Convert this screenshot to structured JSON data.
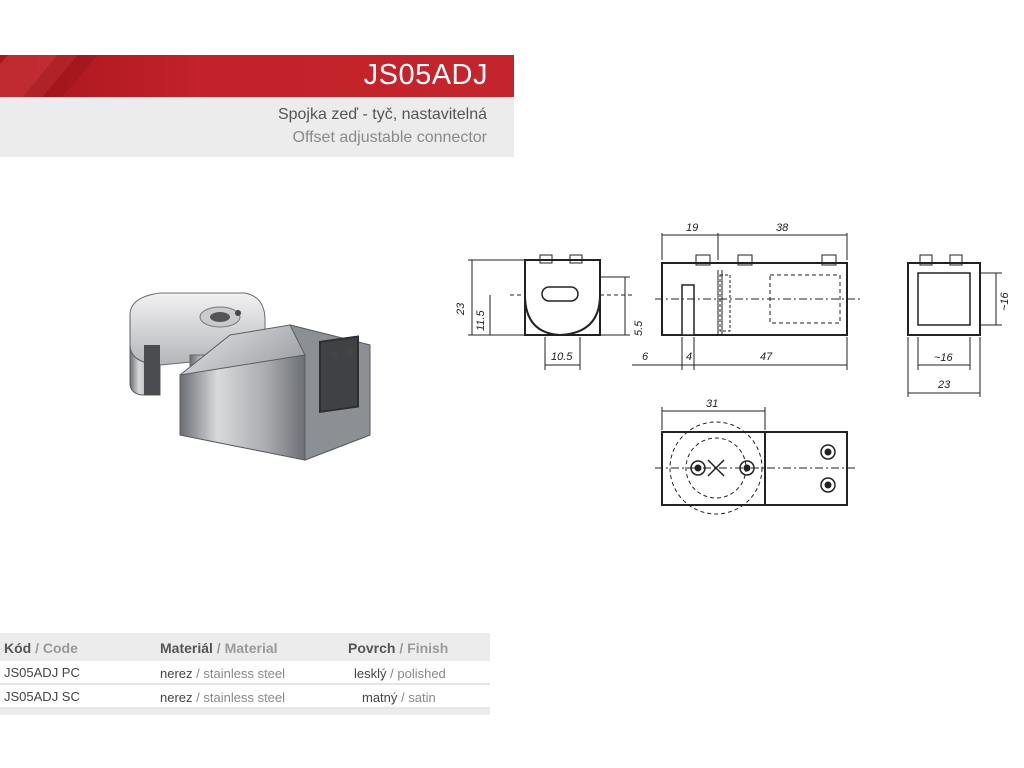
{
  "header": {
    "code_title": "JS05ADJ",
    "subtitle_cz": "Spojka zeď - tyč, nastavitelná",
    "subtitle_en": "Offset adjustable connector"
  },
  "drawing": {
    "dims": {
      "front_height": "23",
      "front_mid": "11.5",
      "front_slot": "5.5",
      "front_width": "10.5",
      "side_top_left": "19",
      "side_top_right": "38",
      "side_bottom_a": "6",
      "side_bottom_b": "4",
      "side_bottom_c": "47",
      "end_inner_h": "~16",
      "end_inner_w": "~16",
      "end_outer_w": "23",
      "top_len": "31"
    }
  },
  "table": {
    "headers": {
      "code_cz": "Kód",
      "code_en": "Code",
      "mat_cz": "Materiál",
      "mat_en": "Material",
      "fin_cz": "Povrch",
      "fin_en": "Finish",
      "sep": " / "
    },
    "rows": [
      {
        "code": "JS05ADJ PC",
        "mat_cz": "nerez",
        "mat_en": "stainless steel",
        "fin_cz": "lesklý",
        "fin_en": "polished"
      },
      {
        "code": "JS05ADJ SC",
        "mat_cz": "nerez",
        "mat_en": "stainless steel",
        "fin_cz": "matný",
        "fin_en": "satin"
      }
    ]
  }
}
